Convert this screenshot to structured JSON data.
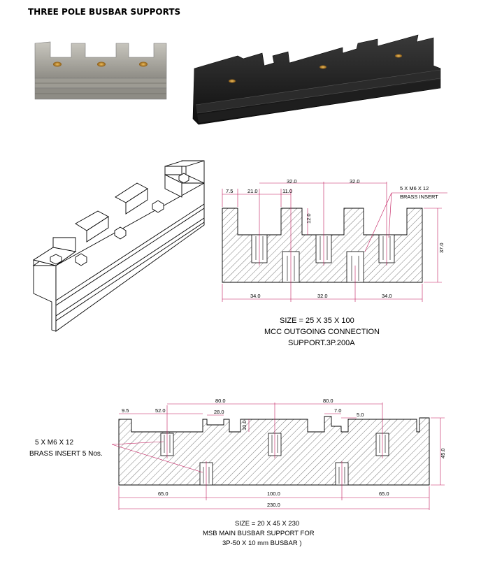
{
  "title": "THREE POLE BUSBAR SUPPORTS",
  "drawing1": {
    "dims": {
      "d7_5": "7.5",
      "d21": "21.0",
      "d11": "11.0",
      "d32a": "32.0",
      "d32b": "32.0",
      "d12": "12.0",
      "d37": "37.0",
      "d34a": "34.0",
      "d32c": "32.0",
      "d34b": "34.0"
    },
    "note_line1": "5 X M6 X 12",
    "note_line2": "BRASS INSERT",
    "caption_line1": "SIZE = 25 X 35 X 100",
    "caption_line2": "MCC OUTGOING CONNECTION",
    "caption_line3": "SUPPORT.3P.200A"
  },
  "drawing2": {
    "dims": {
      "d9_5": "9.5",
      "d52": "52.0",
      "d80a": "80.0",
      "d28": "28.0",
      "d80b": "80.0",
      "d7": "7.0",
      "d5": "5.0",
      "d10": "10.0",
      "d45": "45.0",
      "d65a": "65.0",
      "d100": "100.0",
      "d65b": "65.0",
      "d230": "230.0"
    },
    "note_line1": "5 X M6 X 12",
    "note_line2": "BRASS INSERT 5 Nos.",
    "caption_line1": "SIZE = 20 X 45 X 230",
    "caption_line2": "MSB MAIN BUSBAR SUPPORT FOR",
    "caption_line3": "3P-50 X 10 mm BUSBAR )"
  },
  "colors": {
    "accent_magenta": "#c2185b",
    "hatch": "#444444",
    "black_part": "#1a1a1a",
    "aluminium_part": "#a8a69e",
    "brass": "#c8902a"
  }
}
